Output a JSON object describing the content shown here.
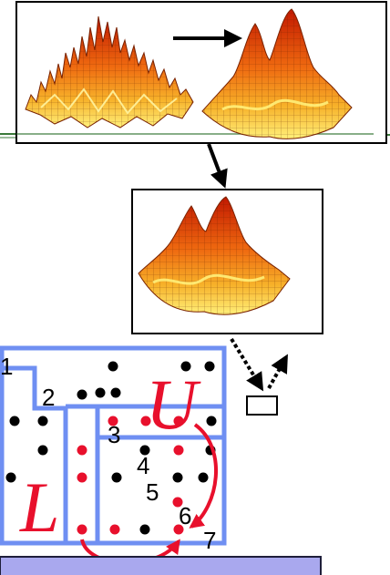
{
  "colors": {
    "panel_border": "#000000",
    "grid_outline": "#6f8ff2",
    "black_dot": "#000000",
    "red_dot": "#e8102c",
    "surface_peak": "#d41d00",
    "surface_mid": "#f07a0c",
    "surface_low": "#fff470",
    "divider_green": "#3a7a3a",
    "footer_bar": "#a9a8ee"
  },
  "icons": {
    "noisy_surface": "noisy-3d-surface-icon",
    "smooth_surface": "smooth-3d-surface-icon",
    "result_surface": "result-3d-surface-icon",
    "process_box": "process-box-icon"
  },
  "grid_labels": {
    "n1": "1",
    "n2": "2",
    "n3": "3",
    "n4": "4",
    "n5": "5",
    "n6": "6",
    "n7": "7"
  },
  "region_labels": {
    "upper": "U",
    "lower": "L"
  }
}
